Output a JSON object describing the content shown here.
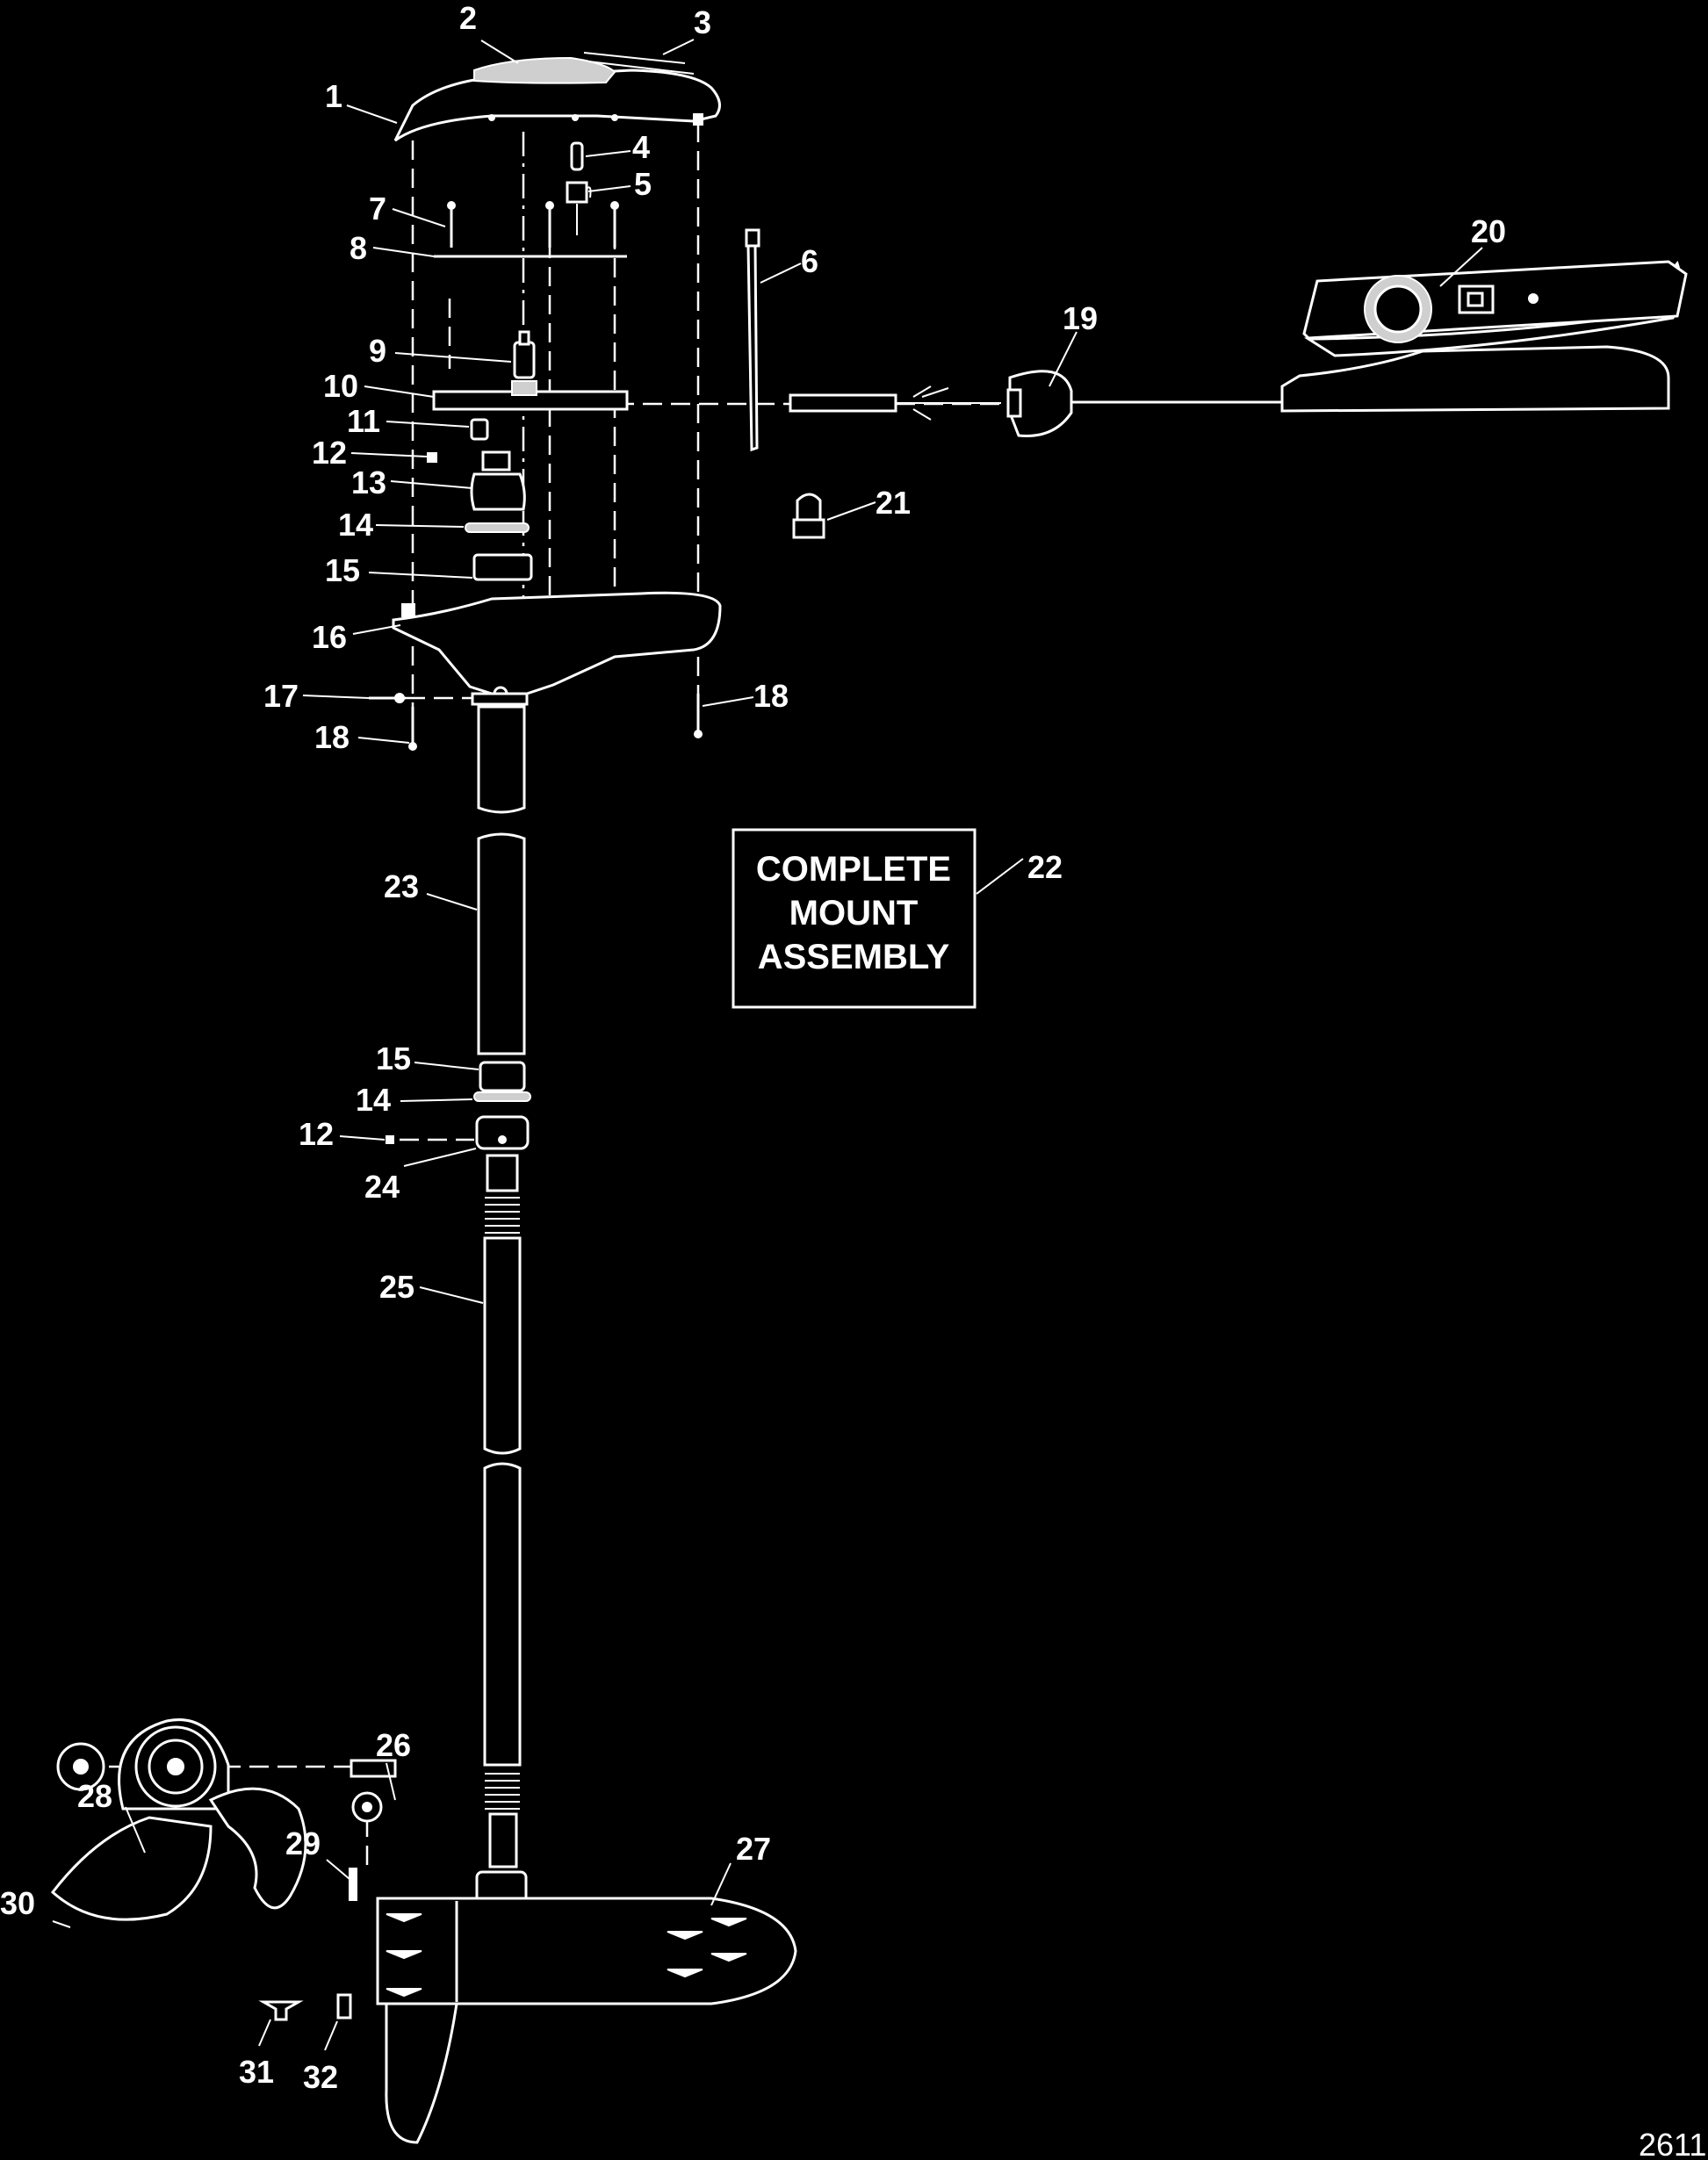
{
  "figure_number": "2611",
  "assembly_box": {
    "lines": [
      "COMPLETE",
      "MOUNT",
      "ASSEMBLY"
    ],
    "callout": "22"
  },
  "callouts": [
    "1",
    "2",
    "3",
    "4",
    "5",
    "6",
    "7",
    "8",
    "9",
    "10",
    "11",
    "12",
    "13",
    "14",
    "15",
    "16",
    "17",
    "18",
    "18",
    "19",
    "20",
    "21",
    "23",
    "15",
    "14",
    "12",
    "24",
    "25",
    "26",
    "27",
    "28",
    "29",
    "30",
    "31",
    "32"
  ]
}
